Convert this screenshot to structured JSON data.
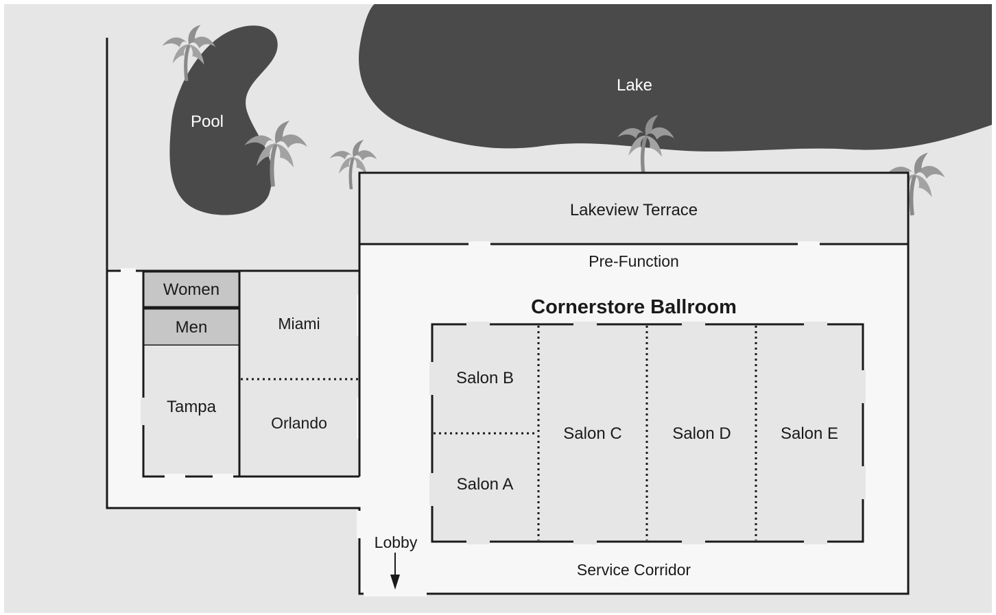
{
  "features": {
    "lake": "Lake",
    "pool": "Pool"
  },
  "rooms": {
    "lakeview_terrace": "Lakeview Terrace",
    "pre_function": "Pre-Function",
    "ballroom_title": "Cornerstore Ballroom",
    "salon_a": "Salon A",
    "salon_b": "Salon B",
    "salon_c": "Salon C",
    "salon_d": "Salon D",
    "salon_e": "Salon E",
    "women": "Women",
    "men": "Men",
    "tampa": "Tampa",
    "miami": "Miami",
    "orlando": "Orlando",
    "lobby": "Lobby",
    "service_corridor": "Service Corridor"
  },
  "colors": {
    "background": "#e6e6e6",
    "water": "#4a4a4a",
    "corridor": "#f7f7f7",
    "restroom": "#c6c6c6",
    "palm": "#9a9a9a"
  }
}
